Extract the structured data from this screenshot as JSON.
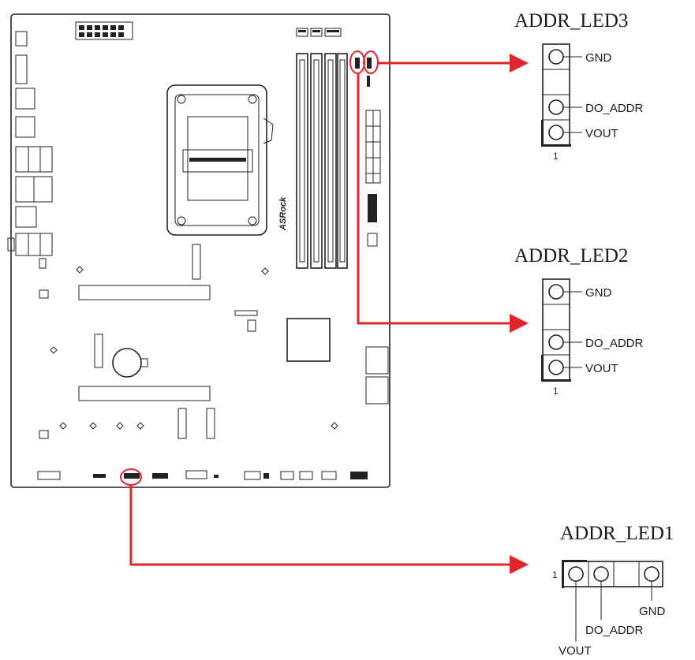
{
  "colors": {
    "leader_red": "#e0262c",
    "outline": "#222222",
    "background": "#ffffff"
  },
  "board": {
    "brand_text": "ASRock"
  },
  "headers": [
    {
      "id": "led3",
      "title": "ADDR_LED3",
      "orientation": "vertical",
      "pin1_mark": "1",
      "pins": [
        "GND",
        "",
        "DO_ADDR",
        "VOUT"
      ]
    },
    {
      "id": "led2",
      "title": "ADDR_LED2",
      "orientation": "vertical",
      "pin1_mark": "1",
      "pins": [
        "GND",
        "",
        "DO_ADDR",
        "VOUT"
      ]
    },
    {
      "id": "led1",
      "title": "ADDR_LED1",
      "orientation": "horizontal",
      "pin1_mark": "1",
      "pins": [
        "VOUT",
        "DO_ADDR",
        "",
        "GND"
      ]
    }
  ]
}
